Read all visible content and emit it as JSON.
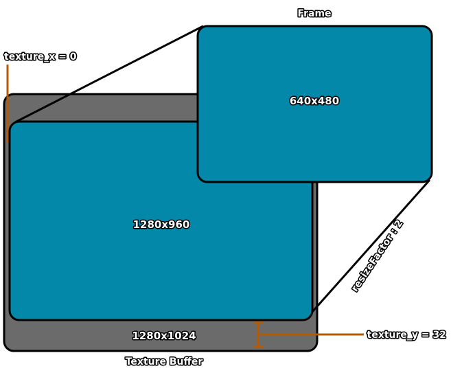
{
  "labels": {
    "frame_title": "Frame",
    "frame_size": "640x480",
    "texture_x": "texture_x = 0",
    "inner_size": "1280x960",
    "resize_factor": "resizeFactor : 2",
    "buffer_size": "1280x1024",
    "texture_y": "texture_y = 32",
    "buffer_title": "Texture Buffer"
  },
  "colors": {
    "buffer_fill": "#6b6b6b",
    "panel_fill": "#0388aa",
    "outline": "#000000",
    "marker": "#b45a00",
    "background": "#ffffff"
  }
}
